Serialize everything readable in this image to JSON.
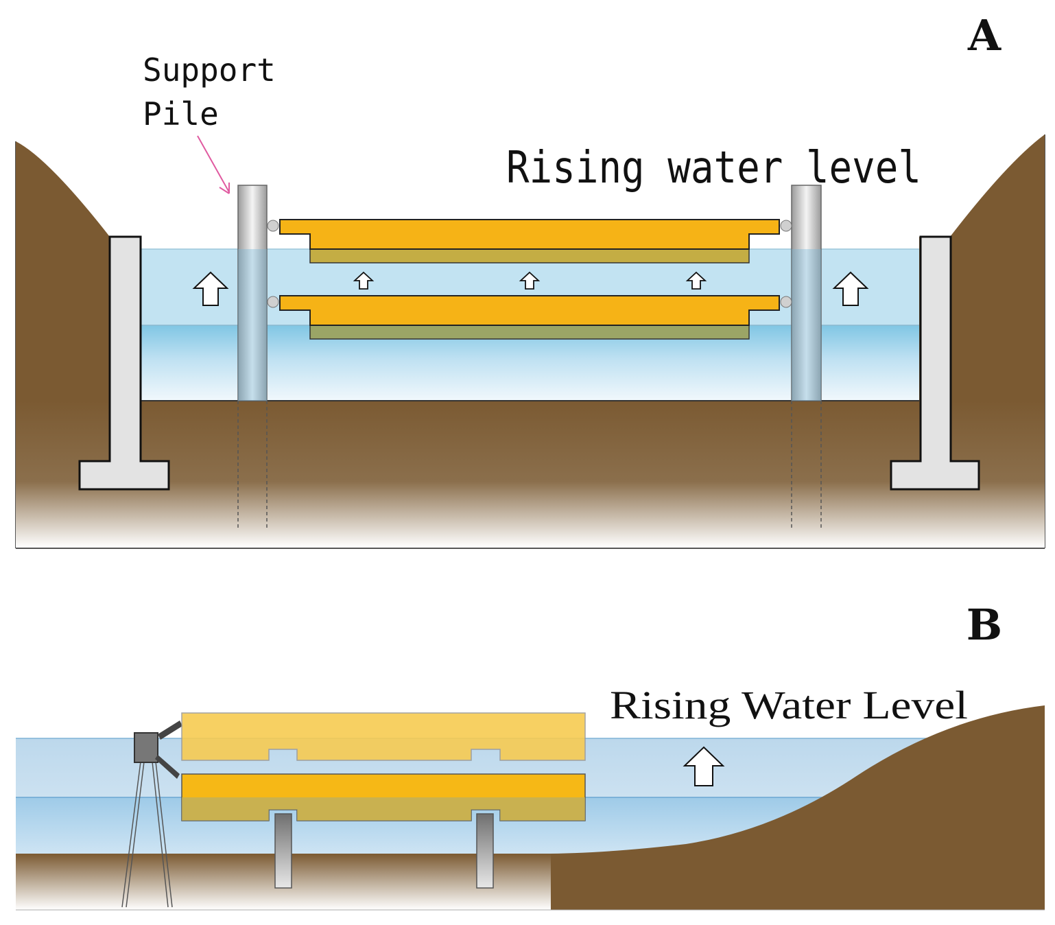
{
  "panel_a": {
    "letter": "A",
    "pile_label_line1": "Support",
    "pile_label_line2": "Pile",
    "rising_label": "Rising water level"
  },
  "panel_b": {
    "letter": "B",
    "rising_label": "Rising Water Level"
  },
  "colors": {
    "earth": "#7b5a32",
    "water_light": "#bfe2f2",
    "water_deep": "#86c9e6",
    "platform": "#f6b316",
    "pile_arrow": "#e05aa0",
    "concrete": "#e3e3e3"
  }
}
